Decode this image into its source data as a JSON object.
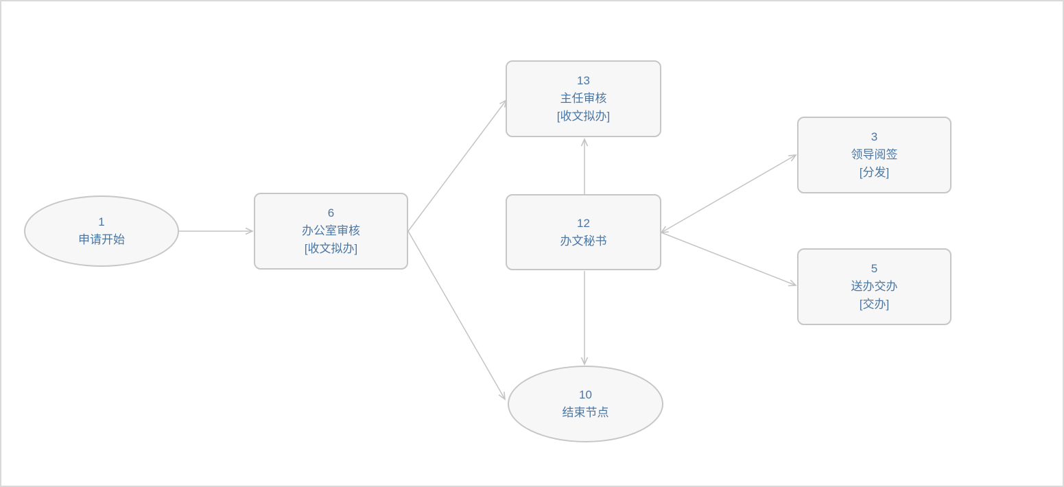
{
  "theme": {
    "canvas_background": "#ffffff",
    "frame_border_color": "#d9d9d9",
    "node_fill": "#f7f7f7",
    "node_border_color": "#c6c6c6",
    "node_text_color": "#4a76a3",
    "edge_color": "#c4c4c4"
  },
  "diagram": {
    "type": "workflow-flowchart",
    "nodes": [
      {
        "id": "1",
        "shape": "ellipse",
        "number": "1",
        "label": "申请开始"
      },
      {
        "id": "6",
        "shape": "rect",
        "number": "6",
        "label": "办公室审核",
        "category": "[收文拟办]"
      },
      {
        "id": "13",
        "shape": "rect",
        "number": "13",
        "label": "主任审核",
        "category": "[收文拟办]"
      },
      {
        "id": "12",
        "shape": "rect",
        "number": "12",
        "label": "办文秘书"
      },
      {
        "id": "3",
        "shape": "rect",
        "number": "3",
        "label": "领导阅签",
        "category": "[分发]"
      },
      {
        "id": "5",
        "shape": "rect",
        "number": "5",
        "label": "送办交办",
        "category": "[交办]"
      },
      {
        "id": "10",
        "shape": "ellipse",
        "number": "10",
        "label": "结束节点"
      }
    ],
    "edges": [
      {
        "from": "1",
        "to": "6"
      },
      {
        "from": "6",
        "to": "13"
      },
      {
        "from": "6",
        "to": "10"
      },
      {
        "from": "12",
        "to": "13"
      },
      {
        "from": "12",
        "to": "10"
      },
      {
        "from": "12",
        "to": "3",
        "bidirectional": true
      },
      {
        "from": "12",
        "to": "5"
      }
    ]
  }
}
